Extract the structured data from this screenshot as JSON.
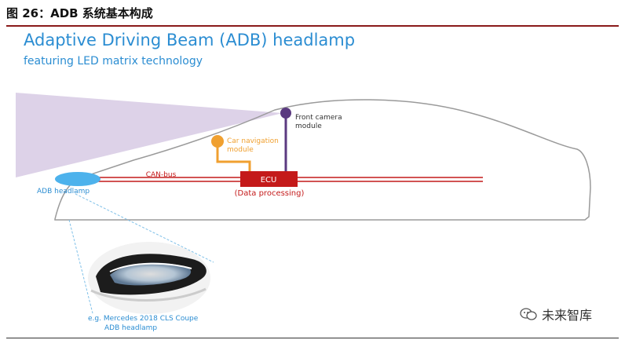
{
  "caption": "图 26：ADB 系统基本构成",
  "title": "Adaptive Driving Beam (ADB) headlamp",
  "subtitle": "featuring LED matrix technology",
  "labels": {
    "front_camera": [
      "Front camera",
      "module"
    ],
    "car_navigation": [
      "Car navigation",
      "module"
    ],
    "ecu": "ECU",
    "data_processing": "(Data processing)",
    "can_bus": "CAN-bus",
    "adb_headlamp": "ADB headlamp",
    "photo_caption": [
      "e.g. Mercedes 2018 CLS Coupe",
      "ADB headlamp"
    ]
  },
  "colors": {
    "title": "#2b8dd2",
    "beam": "#d9cde6",
    "camera": "#5b3a80",
    "navigation": "#f0a030",
    "ecu": "#c41a1a",
    "bus": "#c41a1a",
    "headlamp": "#4db2ec",
    "car_outline": "#9a9a9a"
  },
  "watermark": "未来智库"
}
